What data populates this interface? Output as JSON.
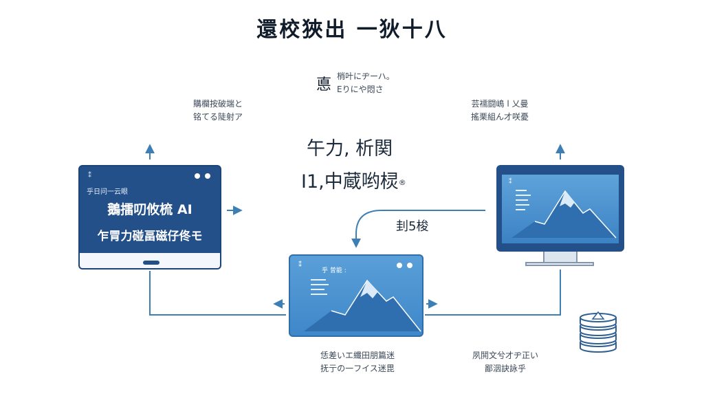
{
  "title": "還校狹出 一狄十八",
  "top_center_note": {
    "glyph": "悳",
    "lines": [
      "梢叶にヂーハ。",
      "Eりにや悶さ"
    ]
  },
  "left_note": {
    "lines": [
      "購欄按破端と",
      "铭てる陡射ア"
    ]
  },
  "right_note": {
    "lines": [
      "芸襦闘嶋 l 乂曼",
      "搖栗組ん才咲憂"
    ]
  },
  "center_text": {
    "line1": "午力, 析関",
    "line2": "I1,中蔵哟棂",
    "line2_mark": "®"
  },
  "tablet": {
    "corner_glyph": "⁑",
    "small_label": "乎日问一云眼",
    "headline": "鵝擂叨攸梳 AI",
    "subline": "乍冐力碰畐磁仔佟モ"
  },
  "panel": {
    "corner_glyph": "⁑",
    "label": "乎 曽能 :"
  },
  "monitor": {
    "small_label": "⁑"
  },
  "connector_label": "刲5梭",
  "bottom_center_note": {
    "lines": [
      "恁差いエ纖田朋篇迷",
      "抚亍の一フイス迷毘"
    ]
  },
  "bottom_right_note": {
    "lines": [
      "夙鬨文兮才ヂ正い",
      "鄙洇訣詠乎"
    ]
  },
  "colors": {
    "accent": "#3d7fb5",
    "device_dark": "#24508a",
    "panel_blue": "#4a93d1"
  }
}
